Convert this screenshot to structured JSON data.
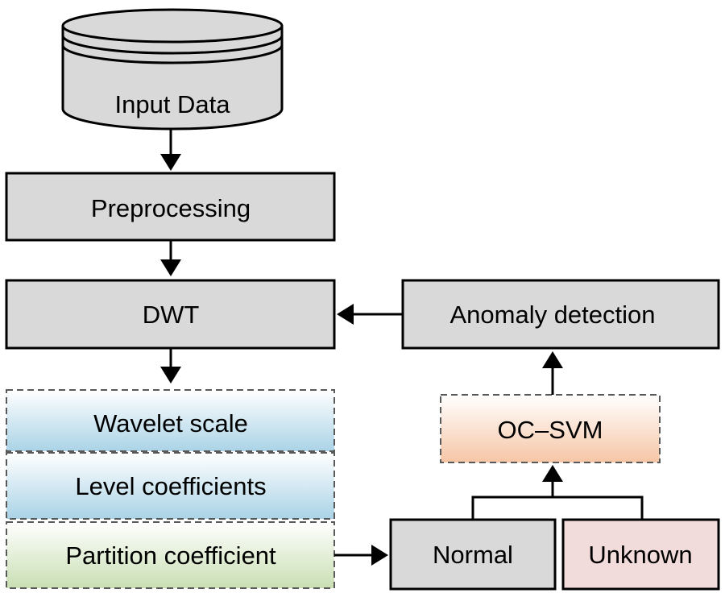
{
  "nodes": {
    "input_data": "Input Data",
    "preprocessing": "Preprocessing",
    "dwt": "DWT",
    "anomaly_detection": "Anomaly detection",
    "wavelet_scale": "Wavelet scale",
    "level_coefficients": "Level coefficients",
    "partition_coefficient": "Partition coefficient",
    "oc_svm": "OC–SVM",
    "normal": "Normal",
    "unknown": "Unknown"
  },
  "colors": {
    "process_fill": "#d9d9d9",
    "outline": "#000000",
    "dashed_outline": "#595959",
    "wavelet_gradient": [
      "#ffffff",
      "#aad3e6"
    ],
    "partition_gradient": [
      "#ffffff",
      "#c9dfb3"
    ],
    "ocsvm_gradient": [
      "#ffffff",
      "#f6c6a6"
    ],
    "unknown_fill": "#f2dcdb"
  }
}
